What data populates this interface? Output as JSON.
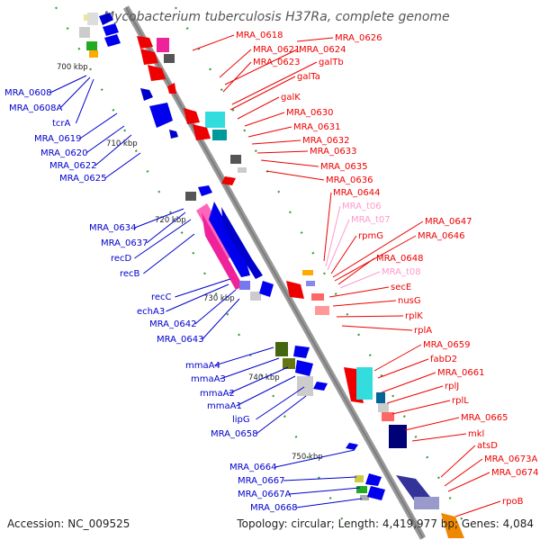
{
  "title": "Mycobacterium tuberculosis H37Ra, complete genome",
  "footer": {
    "accession": "Accession: NC_009525",
    "summary": "Topology: circular; Length: 4,419,977 bp; Genes: 4,084"
  },
  "ticks": [
    "700 kbp",
    "710 kbp",
    "720 kbp",
    "730 kbp",
    "740 kbp",
    "750 kbp"
  ],
  "left_labels": [
    "MRA_0608",
    "MRA_0608A",
    "tcrA",
    "MRA_0619",
    "MRA_0620",
    "MRA_0622",
    "MRA_0625",
    "MRA_0634",
    "MRA_0637",
    "recD",
    "recB",
    "recC",
    "echA3",
    "MRA_0642",
    "MRA_0643",
    "mmaA4",
    "mmaA3",
    "mmaA2",
    "mmaA1",
    "lipG",
    "MRA_0658",
    "MRA_0664",
    "MRA_0667",
    "MRA_0667A",
    "MRA_0668"
  ],
  "right_labels": [
    "MRA_0618",
    "MRA_0626",
    "MRA_0621",
    "MRA_0624",
    "MRA_0623",
    "galTb",
    "galTa",
    "galK",
    "MRA_0630",
    "MRA_0631",
    "MRA_0632",
    "MRA_0633",
    "MRA_0635",
    "MRA_0636",
    "MRA_0644",
    "MRA_t06",
    "MRA_t07",
    "rpmG",
    "MRA_0647",
    "MRA_0646",
    "MRA_0648",
    "MRA_t08",
    "secE",
    "nusG",
    "rplK",
    "rplA",
    "MRA_0659",
    "fabD2",
    "MRA_0661",
    "rplJ",
    "rplL",
    "MRA_0665",
    "mkl",
    "atsD",
    "MRA_0673A",
    "MRA_0674",
    "rpoB"
  ]
}
